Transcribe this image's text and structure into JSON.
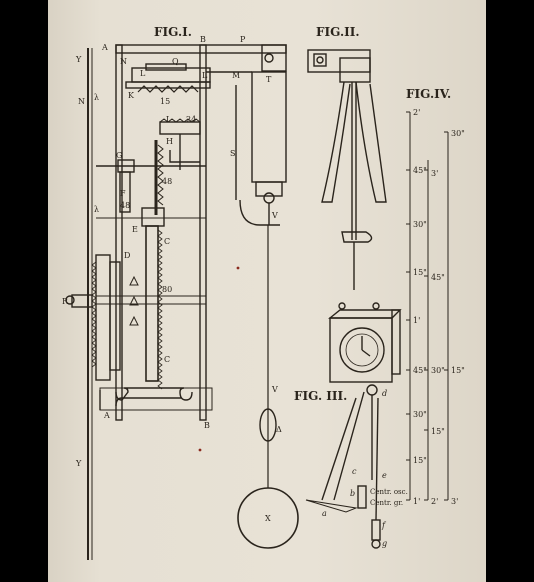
{
  "figure_titles": {
    "fig1": "FIG.I.",
    "fig2": "FIG.II.",
    "fig3": "FIG. III.",
    "fig4": "FIG.IV."
  },
  "fig1_letters": {
    "A_top": "A",
    "B_top": "B",
    "P": "P",
    "Y_top": "Y",
    "N_left": "N",
    "lambda_top": "λ",
    "N": "N",
    "Q": "Q",
    "L1": "L",
    "L2": "L",
    "M": "M",
    "T": "T",
    "K": "K",
    "num15": "15",
    "I": "I",
    "num24": "24",
    "H": "H",
    "S": "S",
    "G": "G",
    "num48a": "48",
    "F": "F",
    "num48b": "48",
    "lambda_mid": "λ",
    "E": "E",
    "D": "D",
    "C1": "C",
    "num80": "80",
    "C2": "C",
    "V1": "V",
    "V2": "V",
    "A_bot": "A",
    "B_bot": "B",
    "Y_bot": "Y",
    "X": "X",
    "delta": "Δ",
    "R": "R"
  },
  "fig3_letters": {
    "a": "a",
    "b": "b",
    "c": "c",
    "d": "d",
    "e": "e",
    "f": "f",
    "g": "g"
  },
  "fig4_scale": {
    "col1": [
      "2'",
      "45\"",
      "30\"",
      "15\"",
      "1'",
      "45\"",
      "30\"",
      "15\"",
      "1'"
    ],
    "col2": [
      "3'",
      "45\"",
      "30\"",
      "15\"",
      "2'"
    ],
    "col3": [
      "30\"",
      "15\"",
      "3'"
    ],
    "centr_osc": "Centr. osc.",
    "centr_gr": "Centr. gr."
  },
  "colors": {
    "ink": "#2a241c",
    "paper": "#e6e0d3",
    "background": "#000000"
  }
}
